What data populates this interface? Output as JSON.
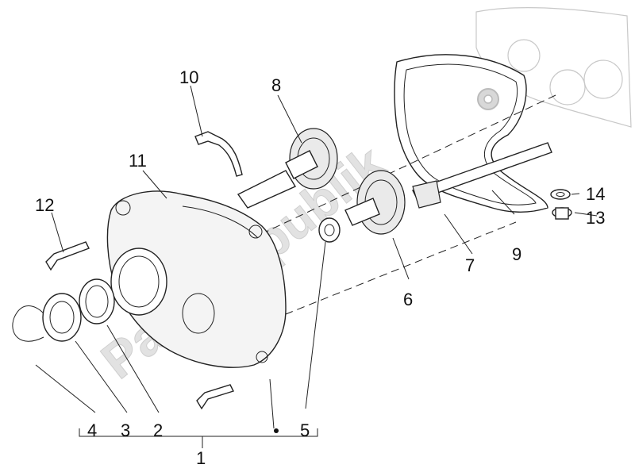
{
  "watermark": "PartsRepublik",
  "callouts": [
    {
      "id": "1",
      "text": "1"
    },
    {
      "id": "2",
      "text": "2"
    },
    {
      "id": "3",
      "text": "3"
    },
    {
      "id": "4",
      "text": "4"
    },
    {
      "id": "5",
      "text": "5"
    },
    {
      "id": "6",
      "text": "6"
    },
    {
      "id": "7",
      "text": "7"
    },
    {
      "id": "8",
      "text": "8"
    },
    {
      "id": "9",
      "text": "9"
    },
    {
      "id": "10",
      "text": "10"
    },
    {
      "id": "11",
      "text": "11"
    },
    {
      "id": "12",
      "text": "12"
    },
    {
      "id": "13",
      "text": "13"
    },
    {
      "id": "14",
      "text": "14"
    }
  ]
}
